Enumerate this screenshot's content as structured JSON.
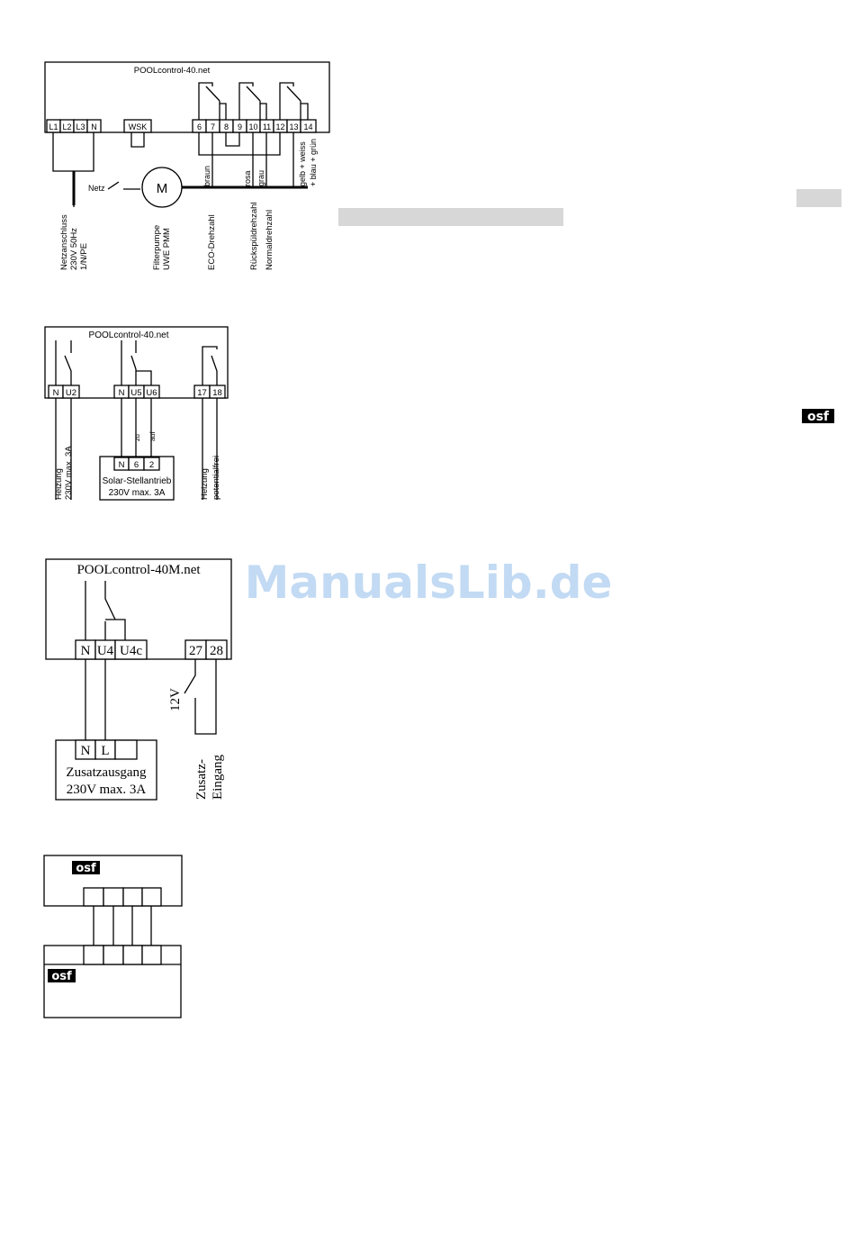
{
  "diagram1": {
    "title": "POOLcontrol-40.net",
    "terminals_left": [
      "L1",
      "L2",
      "L3",
      "N"
    ],
    "wsk": "WSK",
    "relay_terminals": [
      "6",
      "7",
      "8",
      "9",
      "10",
      "11",
      "12",
      "13",
      "14"
    ],
    "netz": "Netz",
    "motor": "M",
    "wires": [
      "braun",
      "rosa",
      "grau",
      "gelb + weiss",
      "+ blau + grün"
    ],
    "labels": {
      "netzanschluss": [
        "Netzanschluss",
        "230V 50Hz",
        "1/N/PE"
      ],
      "filterpumpe": [
        "Filterpumpe",
        "UWE PMM"
      ],
      "eco": "ECO-Drehzahl",
      "rueckspuel": "Rückspüldrehzahl",
      "normal": "Normaldrehzahl"
    }
  },
  "diagram2": {
    "title": "POOLcontrol-40.net",
    "terminals": [
      "N",
      "U2",
      "N",
      "U5",
      "U6",
      "17",
      "18"
    ],
    "wire_zu": "zu",
    "wire_auf": "auf",
    "solar_terminals": [
      "N",
      "6",
      "2"
    ],
    "solar_label": [
      "Solar-Stellantrieb",
      "230V max. 3A"
    ],
    "heizung1": [
      "Heizung",
      "230V max. 3A"
    ],
    "heizung2": [
      "Heizung",
      "potentialfrei"
    ]
  },
  "diagram3": {
    "title": "POOLcontrol-40M.net",
    "terminals": [
      "N",
      "U4",
      "U4c",
      "27",
      "28"
    ],
    "voltage": "12V",
    "aux_terminals": [
      "N",
      "L"
    ],
    "aux_label": [
      "Zusatzausgang",
      "230V max. 3A"
    ],
    "aux_input": [
      "Zusatz-",
      "Eingang"
    ]
  },
  "diagram4": {
    "logo_top": "osf",
    "logo_bottom": "osf"
  },
  "side_logo": "osf",
  "watermark": "ManualsLib.de"
}
